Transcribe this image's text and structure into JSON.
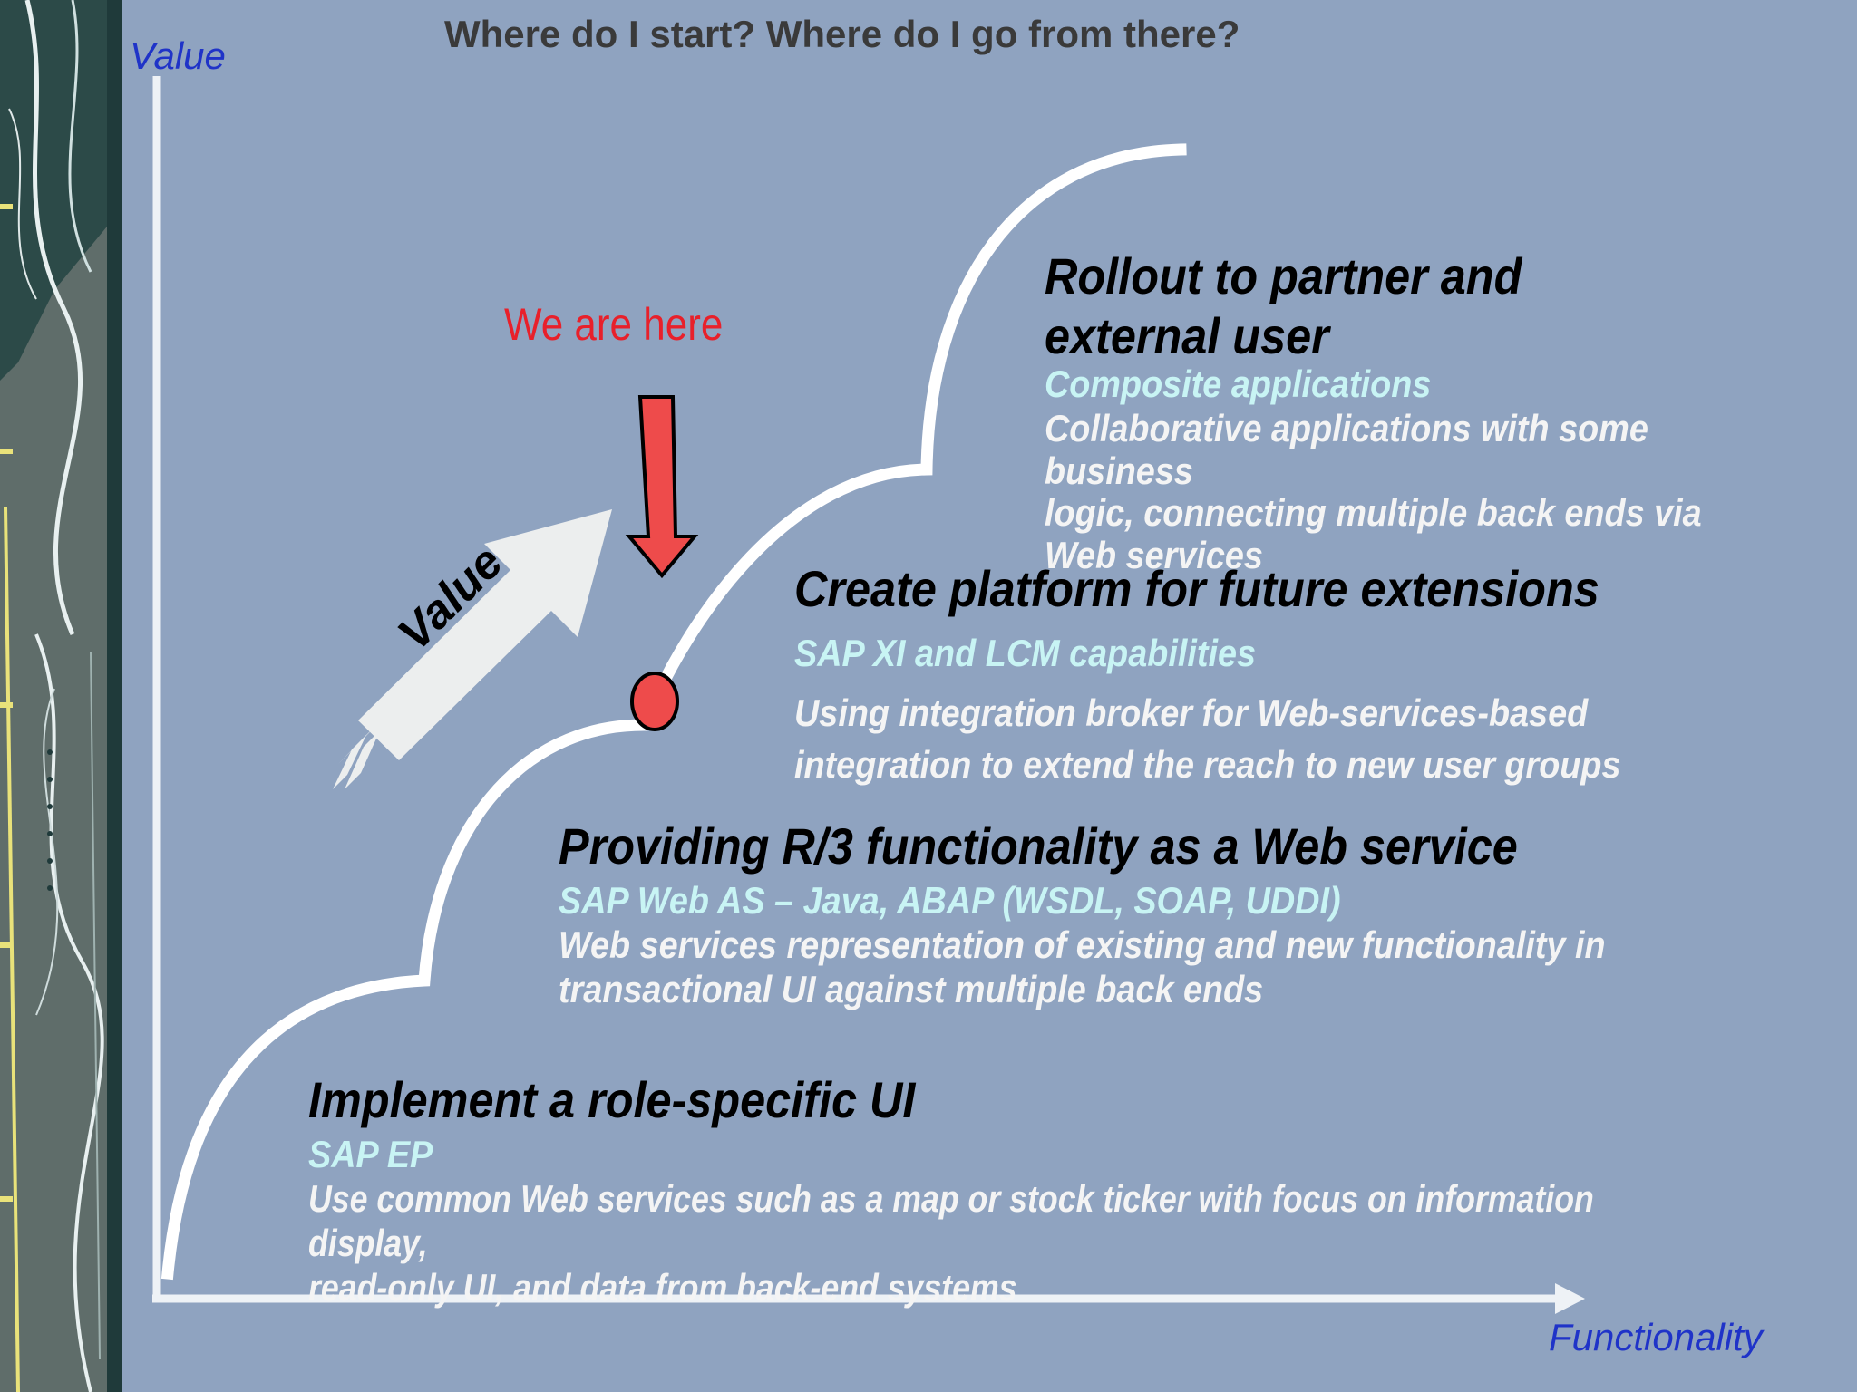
{
  "header": {
    "title": "Where do I start? Where do I go from there?"
  },
  "axes": {
    "y_label": "Value",
    "x_label": "Functionality"
  },
  "marker": {
    "label": "We are here",
    "color": "#e8202a"
  },
  "value_arrow": {
    "label": "Value"
  },
  "steps": [
    {
      "heading": "Implement a role-specific UI",
      "subheading": "SAP EP",
      "description": "Use common Web services such as a map or stock ticker with focus on information display,\nread-only UI, and data from back-end systems"
    },
    {
      "heading": "Providing R/3 functionality as a Web service",
      "subheading": "SAP Web AS – Java, ABAP (WSDL, SOAP, UDDI)",
      "description": "Web services representation of existing and new functionality in\ntransactional UI against multiple back ends"
    },
    {
      "heading": "Create platform for future extensions",
      "subheading": "SAP XI and LCM capabilities",
      "description": "Using integration broker for  Web-services-based\nintegration to extend the reach to new user groups"
    },
    {
      "heading": "Rollout to partner and\nexternal user",
      "subheading": "Composite applications",
      "description": "Collaborative applications with some business\nlogic, connecting multiple back ends via\nWeb services"
    }
  ],
  "colors": {
    "background": "#8fa3c0",
    "heading": "#000000",
    "subheading": "#c8f4f4",
    "description": "#f4f4f4",
    "axis_label": "#1f33c8",
    "curve": "#ffffff"
  }
}
